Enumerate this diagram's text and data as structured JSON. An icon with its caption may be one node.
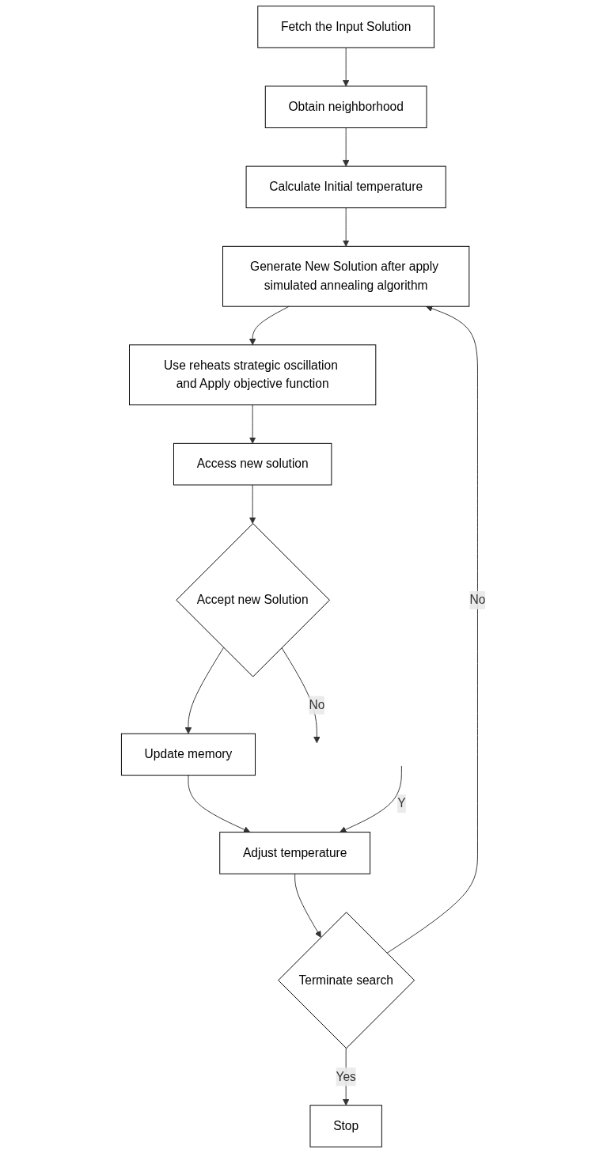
{
  "diagram": {
    "nodes": [
      {
        "text": [
          "Fetch the Input Solution"
        ]
      },
      {
        "text": [
          "Obtain neighborhood"
        ]
      },
      {
        "text": [
          "Calculate Initial temperature"
        ]
      },
      {
        "text": [
          "Generate New Solution after apply simulated annealing algorithm"
        ]
      },
      {
        "text": [
          "Use reheats strategic oscillation and Apply objective function"
        ]
      },
      {
        "text": [
          "Access new solution"
        ]
      },
      {
        "text": [
          "Accept new Solution"
        ]
      },
      {
        "text": [
          "Update memory"
        ]
      },
      {
        "text": [
          "Adjust temperature"
        ]
      },
      {
        "text": [
          "Terminate search"
        ]
      },
      {
        "text": [
          "Stop"
        ]
      }
    ],
    "edges": [
      {
        "from": 0,
        "to": 1,
        "arrow": "to"
      },
      {
        "from": 1,
        "to": 2,
        "arrow": "to"
      },
      {
        "from": 2,
        "to": 3,
        "arrow": "to"
      },
      {
        "from": 3,
        "to": 4,
        "arrow": "to"
      },
      {
        "from": 4,
        "to": 5,
        "arrow": "to"
      },
      {
        "from": 5,
        "to": 6,
        "arrow": "to"
      },
      {
        "from": 6,
        "to": 7,
        "arrow": "to"
      },
      {
        "from": 6,
        "to": null,
        "label": "No",
        "arrow": "to"
      },
      {
        "from": 7,
        "to": 8,
        "arrow": "to"
      },
      {
        "from": null,
        "to": 8,
        "label": "Y",
        "arrow": "to"
      },
      {
        "from": 8,
        "to": 9,
        "arrow": "to"
      },
      {
        "from": 9,
        "to": 10,
        "label": "Yes",
        "arrow": "to"
      },
      {
        "from": 9,
        "to": 3,
        "label": "No",
        "arrow": "to"
      }
    ]
  }
}
